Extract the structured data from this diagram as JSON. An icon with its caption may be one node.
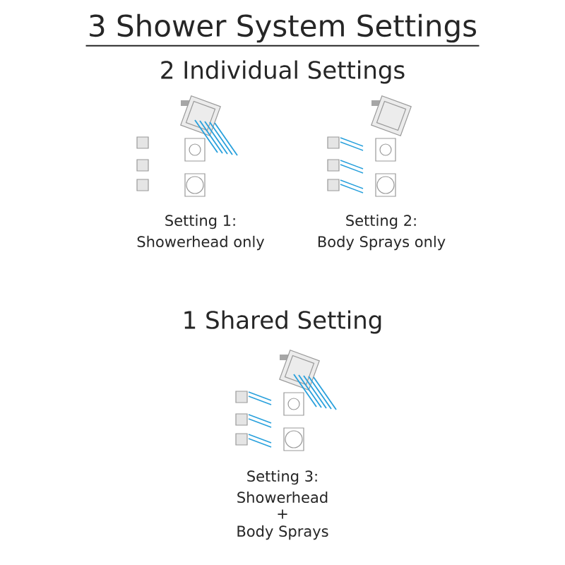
{
  "diagram": {
    "title": "3 Shower System Settings",
    "labels": [
      "2 Individual Settings",
      "Setting 1:",
      "Showerhead only",
      "Setting 2:",
      "Body Sprays only",
      "1 Shared Setting",
      "Setting 3:",
      "Showerhead",
      "+",
      "Body Sprays"
    ]
  }
}
